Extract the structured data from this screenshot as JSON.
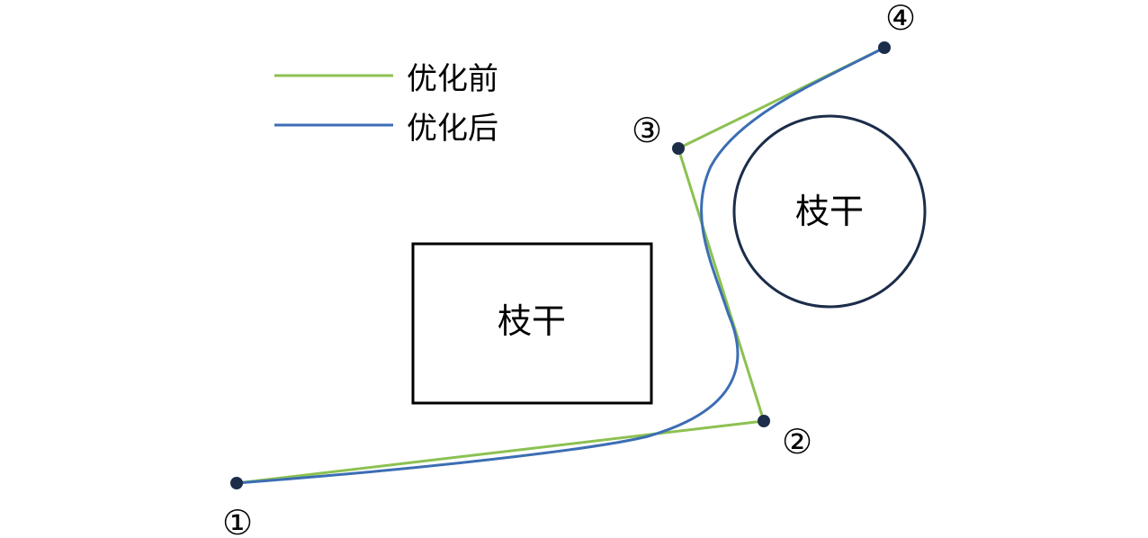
{
  "legend": {
    "items": [
      {
        "label": "优化前",
        "color": "#8cc152"
      },
      {
        "label": "优化后",
        "color": "#3c6eb4"
      }
    ]
  },
  "obstacles": [
    {
      "shape": "rectangle",
      "label": "枝干"
    },
    {
      "shape": "circle",
      "label": "枝干"
    }
  ],
  "waypoints": [
    {
      "label": "①"
    },
    {
      "label": "②"
    },
    {
      "label": "③"
    },
    {
      "label": "④"
    }
  ],
  "colors": {
    "before_path": "#8cc152",
    "after_path": "#3c6eb4",
    "obstacle_stroke": "#000000",
    "circle_stroke": "#1c2d4a",
    "waypoint_fill": "#1c2d4a"
  }
}
